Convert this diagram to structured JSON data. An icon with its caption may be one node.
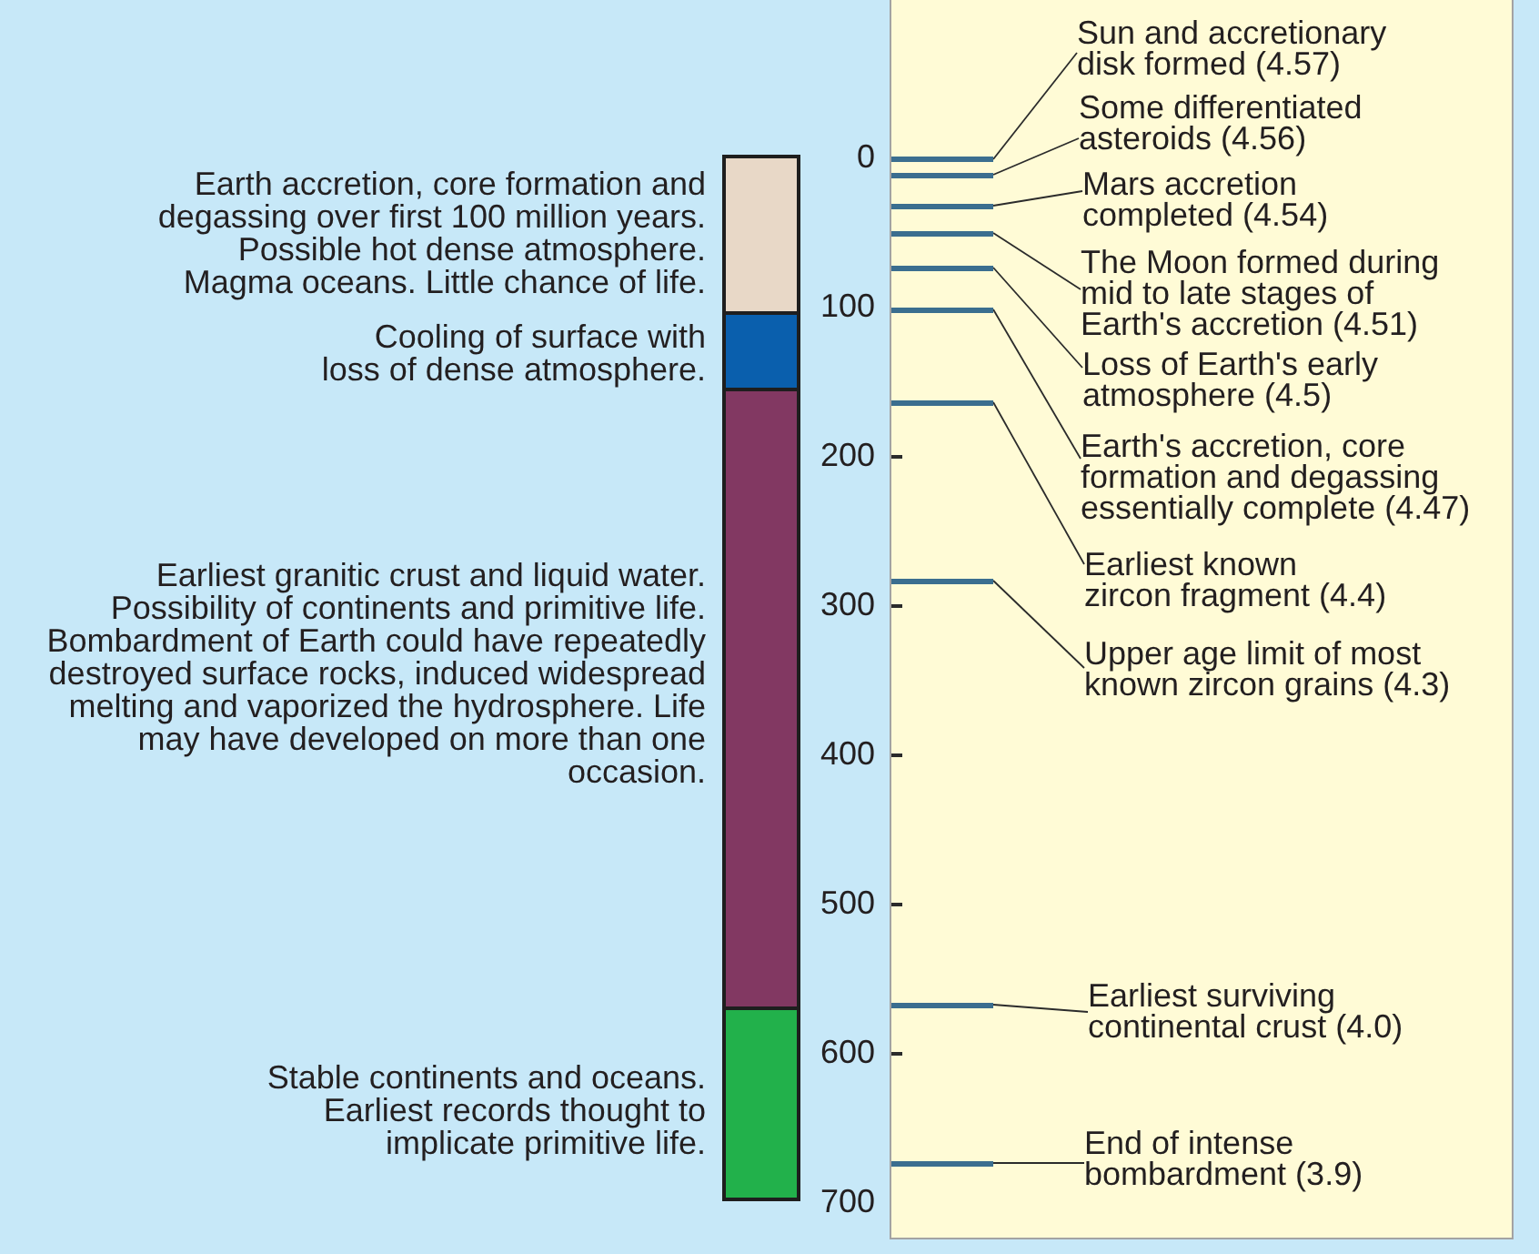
{
  "diagram": {
    "nodes": [
      {
        "text": [],
        "shape": "bar",
        "beside": [
          "Earth accretion, core formation and degassing over first 100 million years. Possible hot dense atmosphere. Magma oceans. Little chance of life."
        ]
      },
      {
        "text": [],
        "shape": "bar",
        "beside": [
          "Cooling of surface with loss of dense atmosphere."
        ]
      },
      {
        "text": [],
        "shape": "bar",
        "beside": [
          "Earliest granitic crust and liquid water. Possibility of continents and primitive life. Bombardment of Earth could have repeatedly destroyed surface rocks, induced widespread melting and vaporized the hydrosphere. Life may have developed on more than one occasion."
        ]
      },
      {
        "text": [],
        "shape": "bar",
        "beside": [
          "Stable continents and oceans. Earliest records thought to implicate primitive life."
        ]
      },
      {
        "text": [],
        "shape": "box"
      },
      {
        "text": [],
        "shape": "bar",
        "in": 4
      },
      {
        "text": [],
        "shape": "bar",
        "in": 4
      },
      {
        "text": [],
        "shape": "bar",
        "in": 4
      },
      {
        "text": [],
        "shape": "bar",
        "in": 4
      },
      {
        "text": [],
        "shape": "bar",
        "in": 4
      },
      {
        "text": [],
        "shape": "bar",
        "in": 4
      },
      {
        "text": [],
        "shape": "bar",
        "in": 4
      },
      {
        "text": [],
        "shape": "bar",
        "in": 4
      },
      {
        "text": [],
        "shape": "bar",
        "in": 4
      },
      {
        "text": [],
        "shape": "bar",
        "in": 4
      },
      {
        "text": [
          "Sun and accretionary disk formed (4.57)"
        ],
        "in": 4
      },
      {
        "text": [
          "Some differentiated asteroids (4.56)"
        ],
        "in": 4
      },
      {
        "text": [
          "Mars accretion completed (4.54)"
        ],
        "in": 4
      },
      {
        "text": [
          "The Moon formed during mid to late stages of Earth's accretion (4.51)"
        ],
        "in": 4
      },
      {
        "text": [
          "Loss of Earth's early atmosphere (4.5)"
        ],
        "in": 4
      },
      {
        "text": [
          "Earth's accretion, core formation and degassing essentially complete (4.47)"
        ],
        "in": 4
      },
      {
        "text": [
          "Earliest known zircon fragment (4.4)"
        ],
        "in": 4
      },
      {
        "text": [
          "Upper age limit of most known zircon grains (4.3)"
        ],
        "in": 4
      },
      {
        "text": [
          "Earliest surviving continental crust (4.0)"
        ],
        "in": 4
      },
      {
        "text": [
          "End of intense bombardment (3.9)"
        ],
        "in": 4
      }
    ],
    "edges": [
      {
        "from": 15,
        "to": 5,
        "arrow": "none"
      },
      {
        "from": 16,
        "to": 6,
        "arrow": "none"
      },
      {
        "from": 17,
        "to": 7,
        "arrow": "none"
      },
      {
        "from": 18,
        "to": 8,
        "arrow": "none"
      },
      {
        "from": 19,
        "to": 9,
        "arrow": "none"
      },
      {
        "from": 20,
        "to": 10,
        "arrow": "none"
      },
      {
        "from": 21,
        "to": 11,
        "arrow": "none"
      },
      {
        "from": 22,
        "to": 12,
        "arrow": "none"
      },
      {
        "from": 23,
        "to": 13,
        "arrow": "none"
      },
      {
        "from": 24,
        "to": 14,
        "arrow": "none"
      }
    ],
    "labels": [
      "0",
      "100",
      "200",
      "300",
      "400",
      "500",
      "600",
      "700"
    ]
  }
}
